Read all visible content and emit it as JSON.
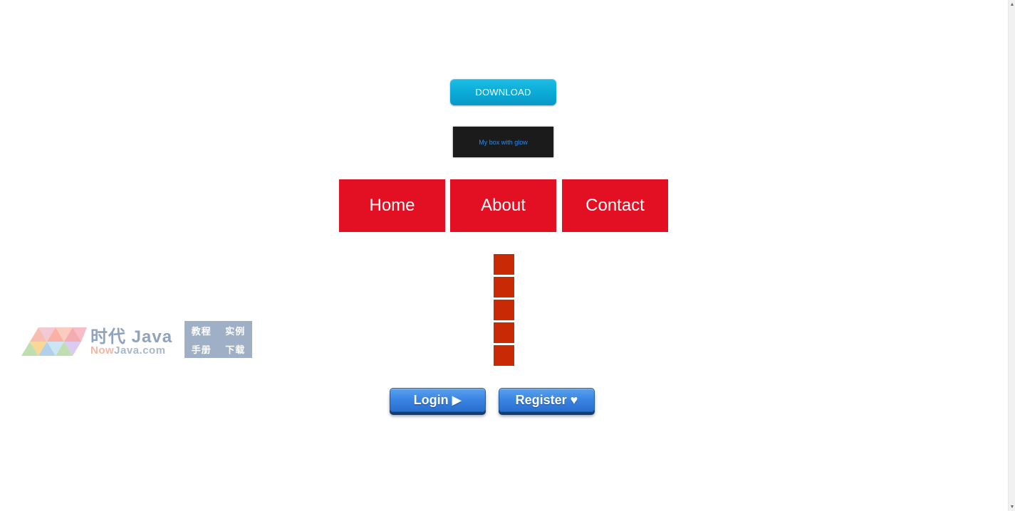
{
  "download_button": {
    "label": "DOWNLOAD"
  },
  "glow_box": {
    "text": "My box with glow"
  },
  "nav": {
    "items": [
      {
        "label": "Home"
      },
      {
        "label": "About"
      },
      {
        "label": "Contact"
      }
    ]
  },
  "bars": {
    "count": 5,
    "color": "#c72a05"
  },
  "watermark": {
    "title": "时代 Java",
    "subtitle_now": "Now",
    "subtitle_rest": "Java.com",
    "box_items": [
      "教程",
      "实例",
      "手册",
      "下载"
    ]
  },
  "buttons": {
    "login_label": "Login ▶",
    "register_label": "Register ♥"
  },
  "colors": {
    "download_bg": "#0aa9d6",
    "nav_bg": "#e30f22",
    "button_blue": "#3b86e3",
    "glow_text": "#2a8cf0"
  },
  "scrollbar": {
    "up_icon": "arrow-up-icon",
    "down_icon": "arrow-down-icon"
  }
}
